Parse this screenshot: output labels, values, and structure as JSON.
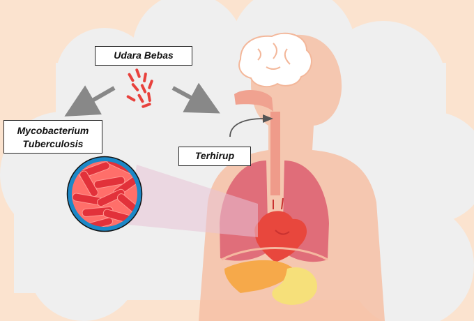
{
  "labels": {
    "free_air": "Udara Bebas",
    "bacterium_line1": "Mycobacterium",
    "bacterium_line2": "Tuberculosis",
    "inhaled": "Terhirup"
  },
  "colors": {
    "background": "#fbe3cf",
    "cloud": "#efefef",
    "body": "#f6c0a4",
    "bacteria": "#e8413c",
    "magnifier_fill": "#ff6f6a",
    "magnifier_ring": "#1c88c7",
    "lungs": "#de6474",
    "heart": "#e8473d",
    "liver": "#f6a94a",
    "stomach": "#f6e07a",
    "arrow": "#888888"
  },
  "icons": [
    "brain-icon",
    "lungs-icon",
    "heart-icon",
    "liver-icon",
    "stomach-icon",
    "bacteria-icon",
    "magnifier-icon"
  ]
}
